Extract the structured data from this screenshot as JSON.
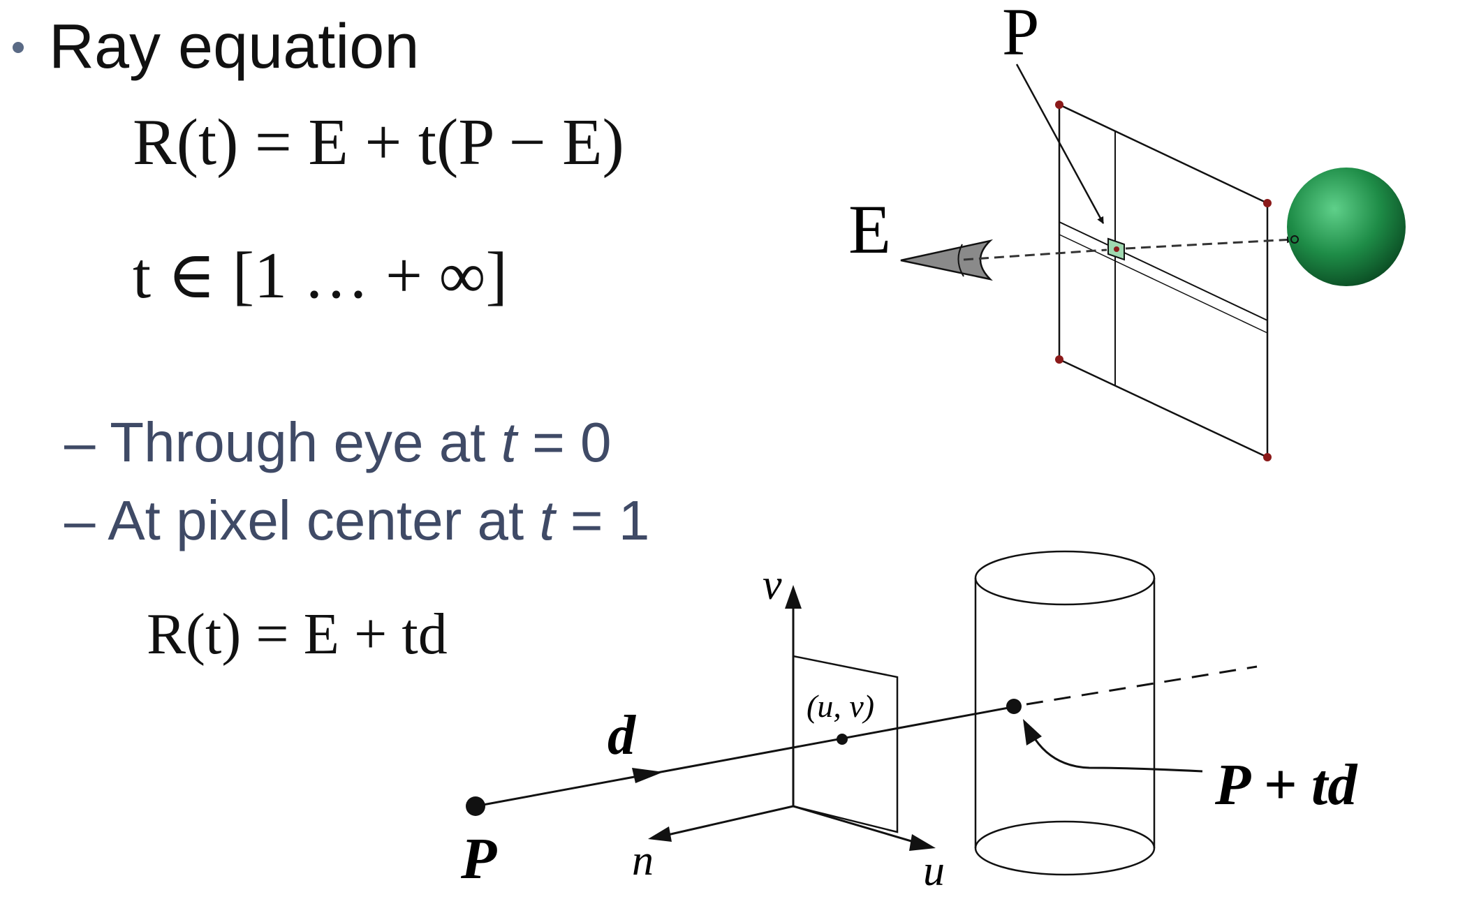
{
  "slide": {
    "bullet": "Ray equation",
    "equations": {
      "ray": "R(t) = E + t(P − E)",
      "range": "t ∈ [1 … + ∞]",
      "direction_form": "R(t) = E + td"
    },
    "sub_bullets": [
      {
        "dash": "–",
        "text": "Through eye at ",
        "var": "t",
        "rest": " = 0"
      },
      {
        "dash": "–",
        "text": "At pixel center at ",
        "var": "t",
        "rest": " = 1"
      }
    ]
  },
  "diagram_top": {
    "label_P": "P",
    "label_E": "E",
    "sphere_color": "#1e8c47"
  },
  "diagram_bottom": {
    "label_v": "v",
    "label_n": "n",
    "label_u": "u",
    "label_uv": "(u, v)",
    "label_d": "d",
    "label_P": "P",
    "label_Ptd": "P + td"
  }
}
